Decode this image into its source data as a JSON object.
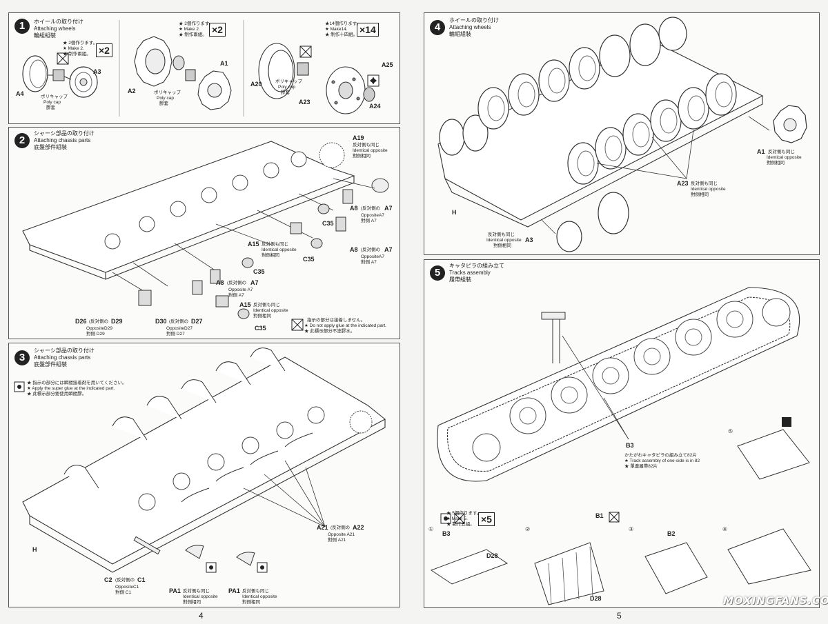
{
  "page_numbers": {
    "left": "4",
    "right": "5"
  },
  "watermark": "MOXINGFANS.COM",
  "step1": {
    "num": "1",
    "title_jp": "ホイールの取り付け",
    "title_en": "Attaching wheels",
    "title_cn": "輪組組裝",
    "sub1": {
      "note_jp": "★ 2個作ります。",
      "note_en": "★ Make 2.",
      "note_cn": "★ 制作兩組。",
      "mult": "×2"
    },
    "sub2": {
      "note_jp": "★ 2個作ります。",
      "note_en": "★ Make 2.",
      "note_cn": "★ 制作兩組。",
      "mult": "×2"
    },
    "sub3": {
      "note_jp": "★14個作ります。",
      "note_en": "★ Make14.",
      "note_cn": "★ 制作十四組。",
      "mult": "×14"
    },
    "polycap_jp": "ポリキャップ",
    "polycap_en": "Poly cap",
    "polycap_cn": "膠套",
    "parts": [
      "A4",
      "A3",
      "A2",
      "A1",
      "A20",
      "A23",
      "A25",
      "A24"
    ]
  },
  "step2": {
    "num": "2",
    "title_jp": "シャーシ部品の取り付け",
    "title_en": "Attaching chassis parts",
    "title_cn": "底盤部件組裝",
    "a19": {
      "part": "A19",
      "jp": "反対側も同じ",
      "en": "Identical opposite",
      "cn": "對側相同"
    },
    "a8_1": {
      "part": "A8",
      "jp": "(反対側の",
      "part2": "A7",
      "end": ")",
      "en": "OppositeA7",
      "cn": "對側 A7"
    },
    "a8_2": {
      "part": "A8",
      "jp": "(反対側の",
      "part2": "A7",
      "end": ")",
      "en": "OppositeA7",
      "cn": "對側 A7"
    },
    "a8_3": {
      "part": "A8",
      "jp": "(反対側の",
      "part2": "A7",
      "end": ")",
      "en": "Opposite A7",
      "cn": "對側 A7"
    },
    "a15_1": {
      "part": "A15",
      "jp": "反対側も同じ",
      "en": "Identical opposite",
      "cn": "對側相同"
    },
    "a15_2": {
      "part": "A15",
      "jp": "反対側も同じ",
      "en": "Identical opposite",
      "cn": "對側相同"
    },
    "c35": "C35",
    "d26": {
      "part": "D26",
      "jp": "(反対側の",
      "part2": "D29",
      "end": ")",
      "en": "OppositeD29",
      "cn": "對側 D29"
    },
    "d30": {
      "part": "D30",
      "jp": "(反対側の",
      "part2": "D27",
      "end": ")",
      "en": "OppositeD27",
      "cn": "對側 D27"
    },
    "noglue": {
      "jp": "指示の部分は接着しません。",
      "en": "★ Do not apply glue at the indicated part.",
      "cn": "★ 此標示部分不塗膠水。"
    }
  },
  "step3": {
    "num": "3",
    "title_jp": "シャーシ部品の取り付け",
    "title_en": "Attaching chassis parts",
    "title_cn": "底盤部件組裝",
    "glue": {
      "jp": "★ 指示の部分には瞬間接着剤を用いてください。",
      "en": "★ Apply the super glue at the indicated part.",
      "cn": "★ 此標示部分要使用瞬間膠。"
    },
    "a21": {
      "part": "A21",
      "jp": "(反対側の",
      "part2": "A22",
      "end": ")",
      "en": "Opposite A21",
      "cn": "對側 A21"
    },
    "c2": {
      "part": "C2",
      "jp": "(反対側の",
      "part2": "C1",
      "end": ")",
      "en": "OppositeC1",
      "cn": "對側 C1"
    },
    "pa1_1": {
      "part": "PA1",
      "jp": "反対側も同じ",
      "en": "Identical opposite",
      "cn": "對側相同"
    },
    "pa1_2": {
      "part": "PA1",
      "jp": "反対側も同じ",
      "en": "Identical opposite",
      "cn": "對側相同"
    },
    "h": "H"
  },
  "step4": {
    "num": "4",
    "title_jp": "ホイールの取り付け",
    "title_en": "Attaching wheels",
    "title_cn": "輪組組裝",
    "a1": {
      "part": "A1",
      "jp": "反対側も同じ",
      "en": "Identical opposite",
      "cn": "對側相同"
    },
    "a23": {
      "part": "A23",
      "jp": "反対側も同じ",
      "en": "Identical opposite",
      "cn": "對側相同"
    },
    "a3": {
      "part": "A3",
      "jp": "反対側も同じ",
      "en": "Identical opposite",
      "cn": "對側相同"
    },
    "h": "H"
  },
  "step5": {
    "num": "5",
    "title_jp": "キャタピラの組み立て",
    "title_en": "Tracks assembly",
    "title_cn": "履帶組裝",
    "b3": {
      "part": "B3",
      "jp": "かたがわキャタピラの組み立て82片",
      "en": "★ Track assembly of one-side is in 82",
      "cn": "★ 單邊履帶82片"
    },
    "make5": {
      "jp": "★ 5個作ります。",
      "en": "★ Make 5.",
      "cn": "★ 制作五組。",
      "mult": "×5"
    },
    "sub_steps": [
      "①",
      "②",
      "③",
      "④",
      "⑤"
    ],
    "parts": [
      "B3",
      "D28",
      "B1",
      "D28",
      "B2"
    ]
  }
}
